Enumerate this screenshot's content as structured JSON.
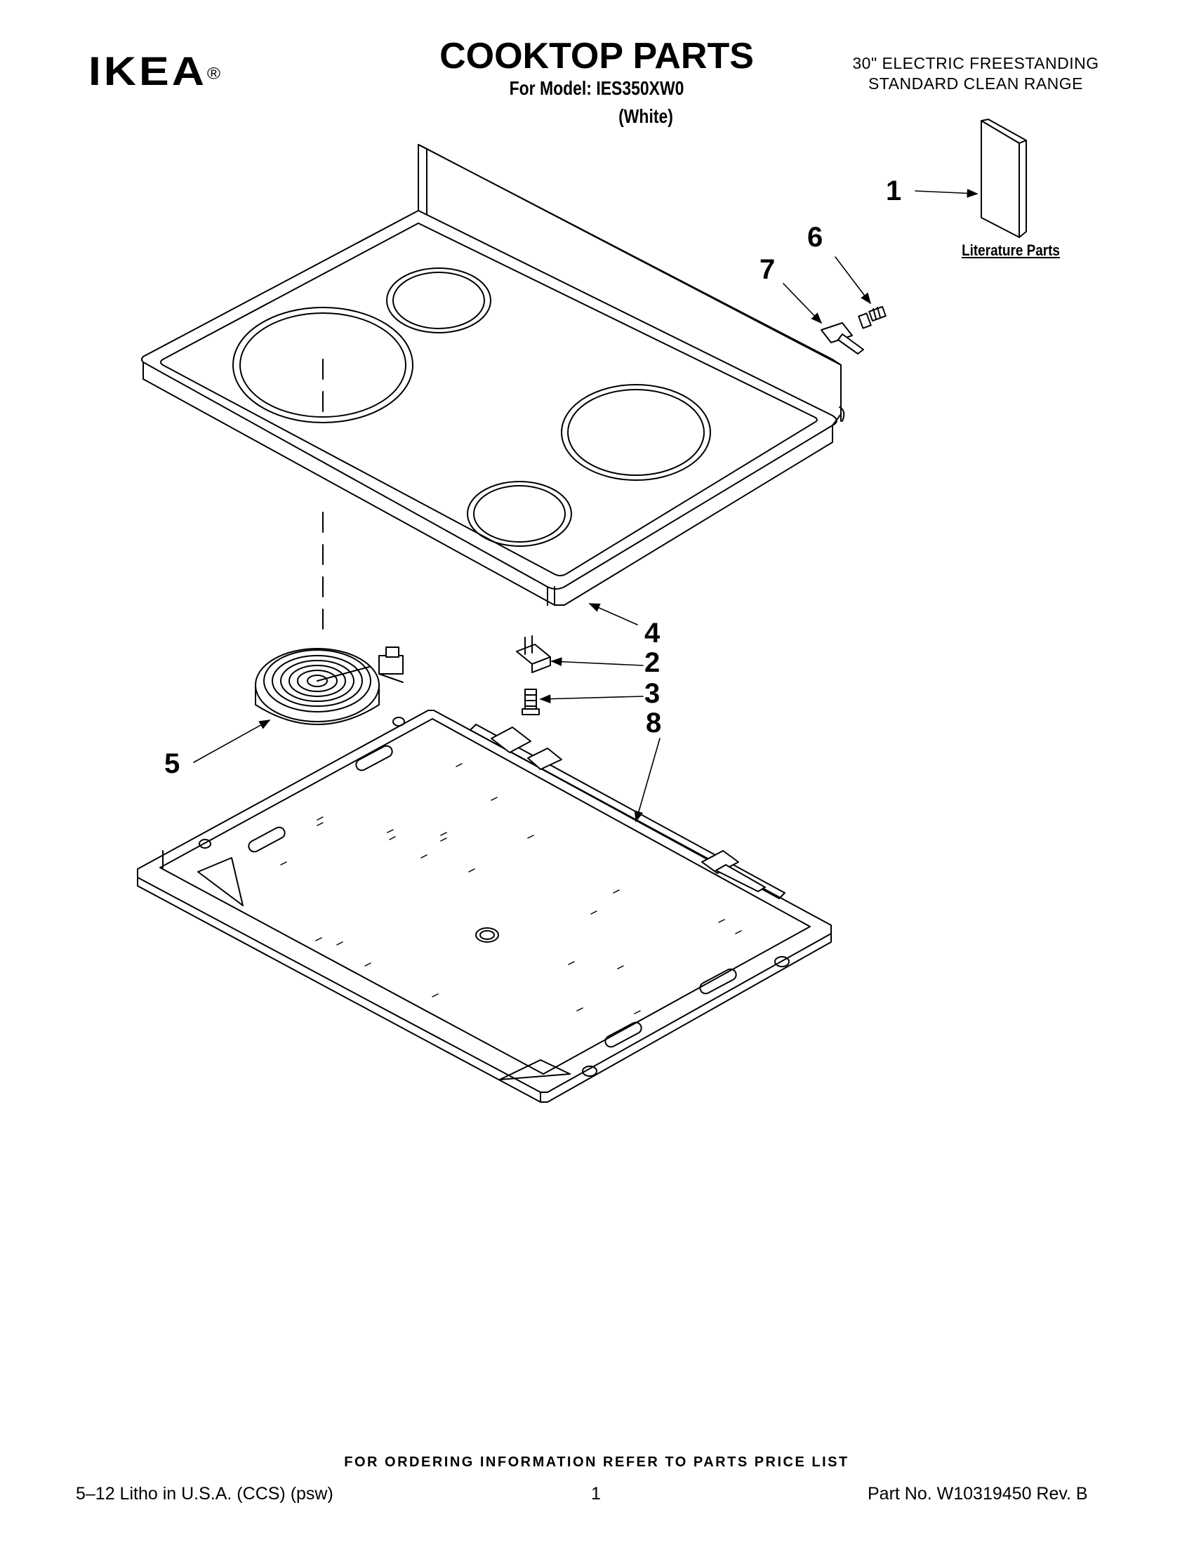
{
  "header": {
    "brand": "IKEA",
    "registered": "®",
    "title": "COOKTOP PARTS",
    "model_line": "For Model: IES350XW0",
    "color_line": "(White)",
    "description_line1": "30\" ELECTRIC FREESTANDING",
    "description_line2": "STANDARD CLEAN RANGE"
  },
  "diagram": {
    "callouts": [
      "1",
      "2",
      "3",
      "4",
      "5",
      "6",
      "7",
      "8"
    ],
    "literature_label": "Literature Parts"
  },
  "footer": {
    "ordering_note": "FOR ORDERING INFORMATION REFER TO PARTS PRICE LIST",
    "litho": "5–12 Litho in U.S.A. (CCS) (psw)",
    "page": "1",
    "part_number": "Part No. W10319450 Rev. B"
  },
  "colors": {
    "ink": "#000000",
    "paper": "#ffffff"
  }
}
